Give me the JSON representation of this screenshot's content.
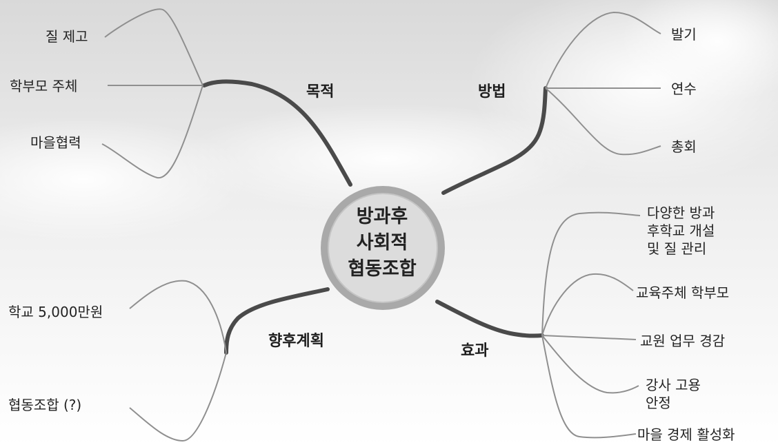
{
  "center": {
    "lines": [
      "방과후",
      "사회적",
      "협동조합"
    ]
  },
  "branches": {
    "purpose": {
      "title": "목적",
      "items": [
        "질 제고",
        "학부모 주체",
        "마을협력"
      ]
    },
    "method": {
      "title": "방법",
      "items": [
        "발기",
        "연수",
        "총회"
      ]
    },
    "plan": {
      "title": "향후계획",
      "items": [
        "학교 5,000만원",
        "협동조합 (?)"
      ]
    },
    "effect": {
      "title": "효과",
      "items": [
        [
          "다양한 방과",
          "후학교 개설",
          "및 질 관리"
        ],
        "교육주체 학부모",
        "교원 업무 경감",
        [
          "강사 고용",
          "안정"
        ],
        "마을 경제 활성화"
      ]
    }
  },
  "colors": {
    "main_branch": "#4a4a4a",
    "sub_branch": "#8f8f8f",
    "center_fill": "#d8d8d8",
    "center_ring": "#a3a3a3",
    "sky": "#efefef"
  }
}
